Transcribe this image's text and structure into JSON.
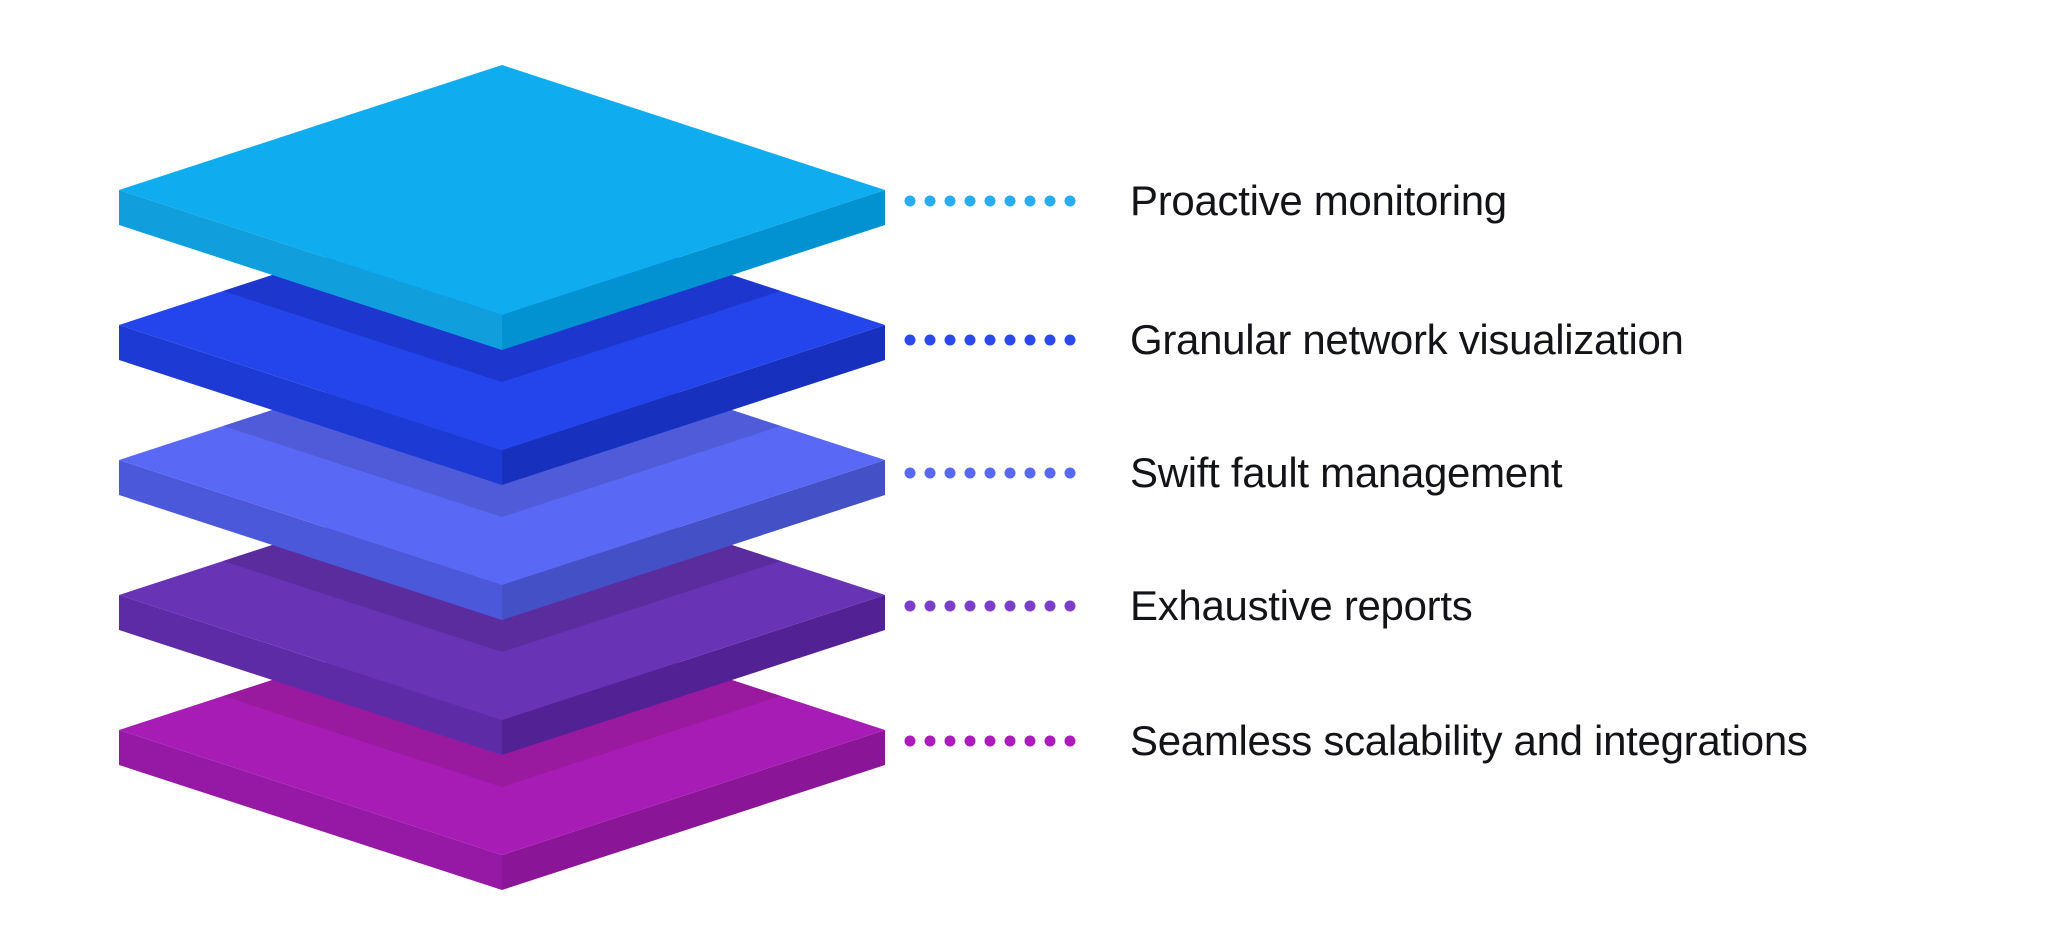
{
  "diagram": {
    "type": "isometric-layer-stack",
    "background": "#ffffff",
    "text_color": "#131418",
    "layers": [
      {
        "label": "Proactive monitoring",
        "top": "#0fadef",
        "left": "#109fdc",
        "right": "#0291d1",
        "shadow": "#0fadef",
        "dot": "#29acf2"
      },
      {
        "label": "Granular network visualization",
        "top": "#2445ec",
        "left": "#1e3ad4",
        "right": "#1830be",
        "shadow": "#1c36ce",
        "dot": "#2b49ec"
      },
      {
        "label": "Swift fault management",
        "top": "#5a69f5",
        "left": "#4c58da",
        "right": "#4450c6",
        "shadow": "#4f5bd9",
        "dot": "#5a69f5"
      },
      {
        "label": "Exhaustive reports",
        "top": "#6933b6",
        "left": "#5d2ba6",
        "right": "#522294",
        "shadow": "#5b2c9e",
        "dot": "#7b3ec9"
      },
      {
        "label": "Seamless scalability and integrations",
        "top": "#a81cb6",
        "left": "#9519a4",
        "right": "#8a1697",
        "shadow": "#99199f",
        "dot": "#ac1cbb"
      }
    ]
  }
}
